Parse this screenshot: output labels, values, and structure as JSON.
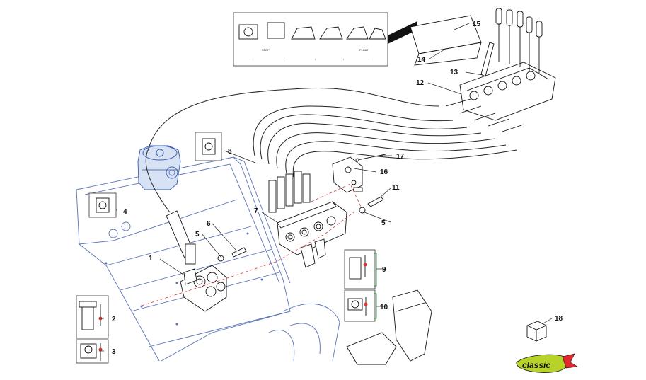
{
  "callouts": {
    "c1": "1",
    "c2": "2",
    "c3": "3",
    "c4": "4",
    "c5a": "5",
    "c5b": "5",
    "c6": "6",
    "c7": "7",
    "c8": "8",
    "c9": "9",
    "c10": "10",
    "c11": "11",
    "c12": "12",
    "c13": "13",
    "c14": "14",
    "c15": "15",
    "c16": "16",
    "c17": "17",
    "c18": "18"
  },
  "decal": {
    "stop_label": "STOP",
    "float_label": "FLOAT"
  },
  "logo": {
    "text": "classic",
    "colors": {
      "body": "#b7d32a",
      "accent": "#e2262b"
    }
  },
  "colors": {
    "frame_blue": "#5a73b8",
    "dash_red": "#d23a3a",
    "bracket_green": "#2c9a3c"
  }
}
